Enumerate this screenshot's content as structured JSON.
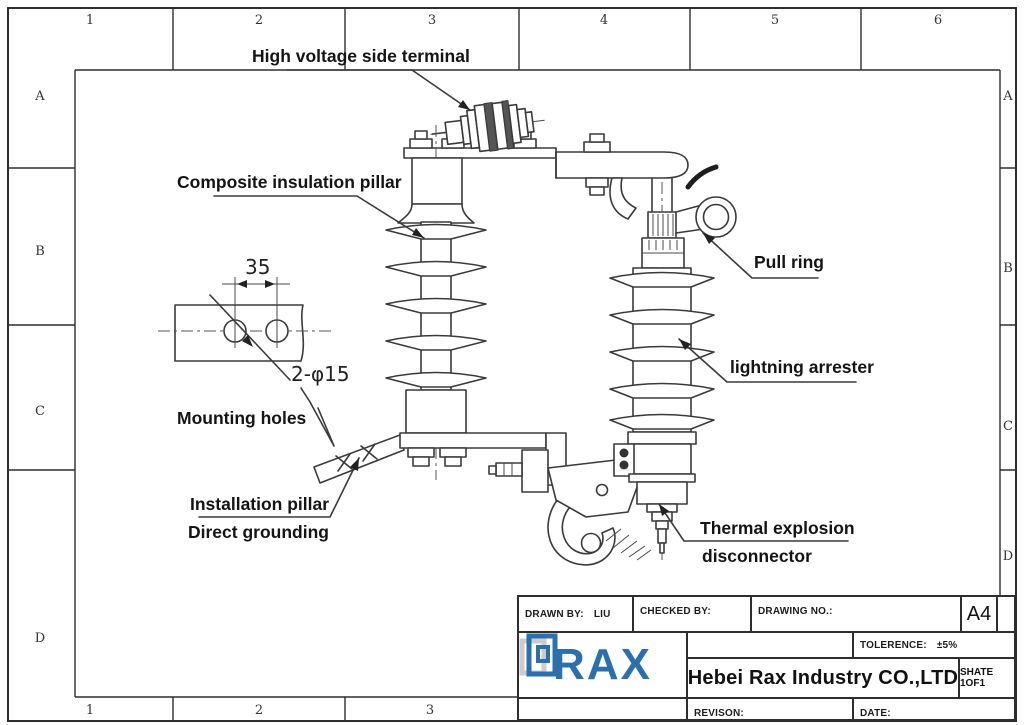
{
  "sheet": {
    "cols": [
      "1",
      "2",
      "3",
      "4",
      "5",
      "6"
    ],
    "cols_bottom": [
      "1",
      "2",
      "3"
    ],
    "rows": [
      "A",
      "B",
      "C",
      "D"
    ]
  },
  "labels": {
    "high_voltage": "High voltage side terminal",
    "composite_pillar": "Composite insulation pillar",
    "pull_ring": "Pull ring",
    "lightning_arrester": "lightning arrester",
    "mounting_holes": "Mounting holes",
    "installation_pillar": "Installation pillar",
    "direct_grounding": "Direct grounding",
    "thermal_explosion_line1": "Thermal explosion",
    "thermal_explosion_line2": "disconnector"
  },
  "dimensions": {
    "hole_spacing": "35",
    "hole_spec": "2-φ15"
  },
  "title_block": {
    "drawn_by_label": "DRAWN BY:",
    "drawn_by_value": "LIU",
    "checked_by_label": "CHECKED BY:",
    "drawing_no_label": "DRAWING NO.:",
    "paper_size": "A4",
    "tolerance_label": "TOLERENCE:",
    "tolerance_value": "±5%",
    "company_name": "Hebei Rax Industry CO.,LTD",
    "sheet_label": "SHATE 1OF1",
    "revision_label": "REVISON:",
    "date_label": "DATE:",
    "logo_text": "RAX"
  },
  "colors": {
    "line": "#3a3a3a",
    "label_text": "#141414",
    "logo_blue": "#2b6fad"
  }
}
